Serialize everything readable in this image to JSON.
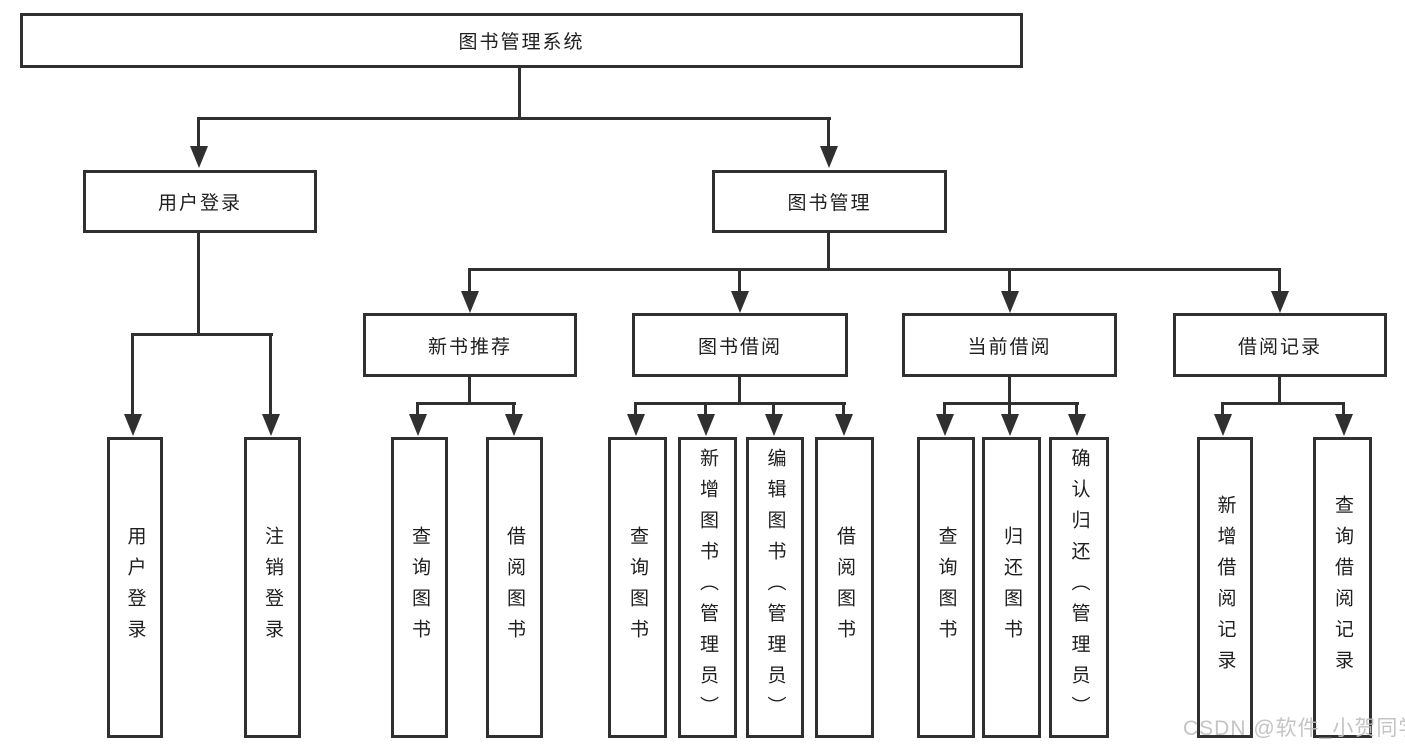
{
  "tree": {
    "root": {
      "label": "图书管理系统"
    },
    "branches": [
      {
        "label": "用户登录",
        "children": [
          {
            "label": "用户登录"
          },
          {
            "label": "注销登录"
          }
        ]
      },
      {
        "label": "图书管理",
        "children": [
          {
            "label": "新书推荐",
            "children": [
              {
                "label": "查询图书"
              },
              {
                "label": "借阅图书"
              }
            ]
          },
          {
            "label": "图书借阅",
            "children": [
              {
                "label": "查询图书"
              },
              {
                "label": "新增图书（管理员）"
              },
              {
                "label": "编辑图书（管理员）"
              },
              {
                "label": "借阅图书"
              }
            ]
          },
          {
            "label": "当前借阅",
            "children": [
              {
                "label": "查询图书"
              },
              {
                "label": "归还图书"
              },
              {
                "label": "确认归还（管理员）"
              }
            ]
          },
          {
            "label": "借阅记录",
            "children": [
              {
                "label": "新增借阅记录"
              },
              {
                "label": "查询借阅记录"
              }
            ]
          }
        ]
      }
    ]
  },
  "watermark": {
    "text": "CSDN @软件_小贺同学"
  },
  "colors": {
    "line": "#303030",
    "text": "#1e1e1e",
    "watermark": "#bfbfbf",
    "background": "#ffffff"
  }
}
